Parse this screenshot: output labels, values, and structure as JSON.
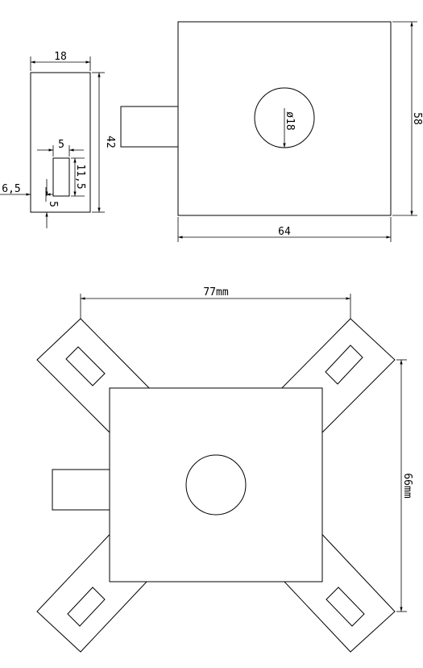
{
  "diagram": {
    "side_view": {
      "width_label": "18",
      "height_label": "42",
      "slot_width_label": "5",
      "slot_height_label": "11,5",
      "slot_offset_label": "6,5",
      "slot_bottom_label": "5"
    },
    "front_view": {
      "width_label": "64",
      "height_label": "58",
      "hole_label": "ø18"
    },
    "assembly_view": {
      "width_label": "77mm",
      "height_label": "66mm"
    }
  }
}
